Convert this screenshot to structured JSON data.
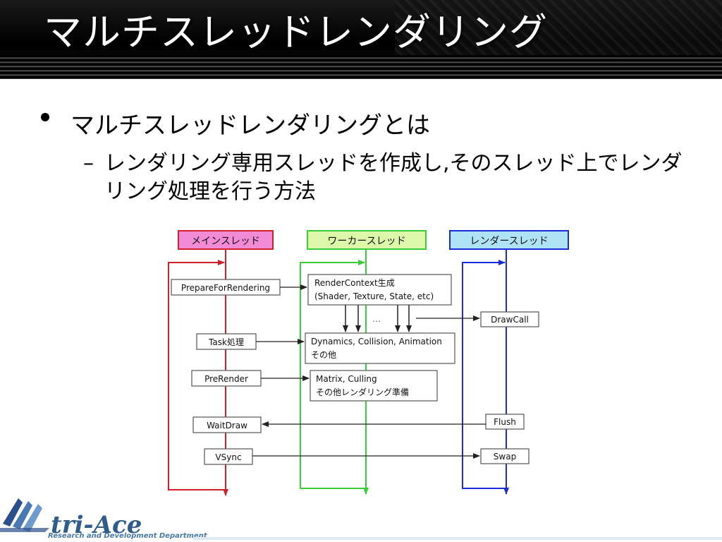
{
  "slide": {
    "title": "マルチスレッドレンダリング",
    "bullet_level1": "マルチスレッドレンダリングとは",
    "bullet_level2_dash": "–",
    "bullet_level2": "レンダリング専用スレッドを作成し,そのスレッド上でレンダリング処理を行う方法"
  },
  "diagram": {
    "lanes": [
      {
        "key": "main",
        "label": "メインスレッド",
        "header_fill": "#f28ad6",
        "line_color": "#d0202a"
      },
      {
        "key": "worker",
        "label": "ワーカースレッド",
        "header_fill": "#dcf7a8",
        "line_color": "#3acb3a"
      },
      {
        "key": "render",
        "label": "レンダースレッド",
        "header_fill": "#aee3f5",
        "line_color": "#1c2bd8"
      }
    ],
    "main_steps": [
      "PrepareForRendering",
      "Task処理",
      "PreRender",
      "WaitDraw",
      "VSync"
    ],
    "worker_boxes": [
      {
        "line1": "RenderContext生成",
        "line2": "(Shader, Texture, State, etc)"
      },
      {
        "line1": "Dynamics, Collision, Animation",
        "line2": "その他"
      },
      {
        "line1": "Matrix, Culling",
        "line2": "その他レンダリング準備"
      }
    ],
    "ellipsis": "…",
    "render_steps": [
      "DrawCall",
      "Flush",
      "Swap"
    ]
  },
  "logo": {
    "name": "tri-Ace",
    "subtitle": "Research and Development Department",
    "colors": {
      "mark_dark": "#2a4f8c",
      "mark_light": "#6d9ccc"
    }
  }
}
